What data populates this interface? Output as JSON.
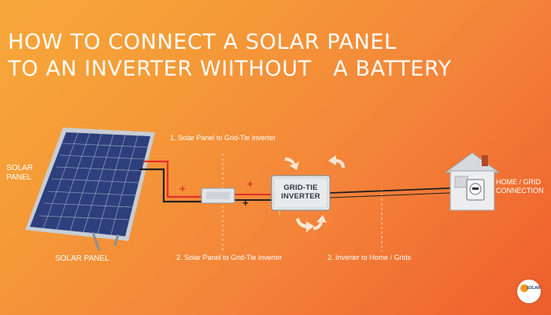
{
  "title": {
    "line1": "HOW TO CONNECT A SOLAR PANEL",
    "line2": "TO AN INVERTER WIITHOUT   A BATTERY"
  },
  "labels": {
    "solar_panel_left": "SOLAR\nPANEL",
    "solar_panel_bottom": "SOLAR PANEL",
    "step1": "1. Solar Panel to Grid-Tie Inverter",
    "step2": "2. Solar Panel to Grid-Tie Inverter",
    "step3": "2. Inverter to Home / Grids",
    "inverter": "GRID-TIE\nINVERTER",
    "home": "HOME / GRID\nCONNECTION",
    "plus_red_left": "+",
    "plus_red_mid": "+",
    "plus_black": "+"
  },
  "logo": {
    "text": "SOLAR"
  },
  "colors": {
    "wire_red": "#e0312a",
    "wire_black": "#222222",
    "panel_cell": "#2d3f7c",
    "inverter_box": "#e9eaec",
    "house_body": "#ecedef",
    "house_roof": "#d7d9dc",
    "arrow_fill": "#fbe7d2"
  },
  "icons": {
    "panel": "solar-panel-icon",
    "junction": "junction-box-icon",
    "inverter": "inverter-box-icon",
    "house": "house-icon",
    "meter": "electric-meter-icon",
    "arrows": "curved-arrow-icon"
  }
}
